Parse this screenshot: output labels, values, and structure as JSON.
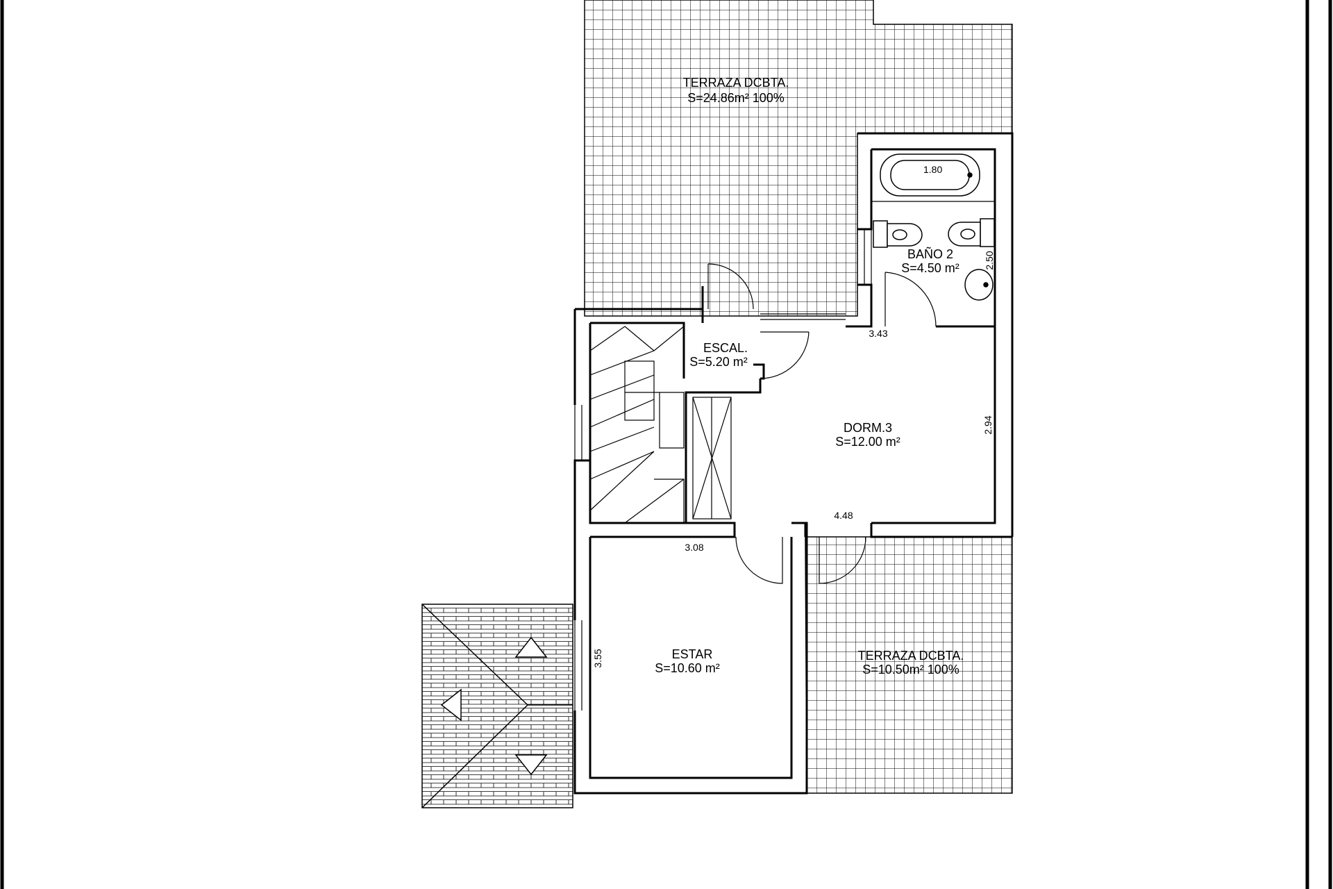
{
  "rooms": {
    "terraza_top": {
      "name": "TERRAZA DCBTA.",
      "area": "S=24.86m² 100%"
    },
    "bano": {
      "name": "BAÑO 2",
      "area": "S=4.50 m²"
    },
    "escal": {
      "name": "ESCAL.",
      "area": "S=5.20 m²"
    },
    "dorm": {
      "name": "DORM.3",
      "area": "S=12.00 m²"
    },
    "estar": {
      "name": "ESTAR",
      "area": "S=10.60 m²"
    },
    "terraza_bottom": {
      "name": "TERRAZA DCBTA.",
      "area": "S=10.50m² 100%"
    }
  },
  "dimensions": {
    "bathtub": "1.80",
    "bano_height": "2.50",
    "bano_width": "3.43",
    "dorm_height": "2.94",
    "dorm_width": "4.48",
    "escal_width": "3.08",
    "estar_height": "3.55"
  }
}
